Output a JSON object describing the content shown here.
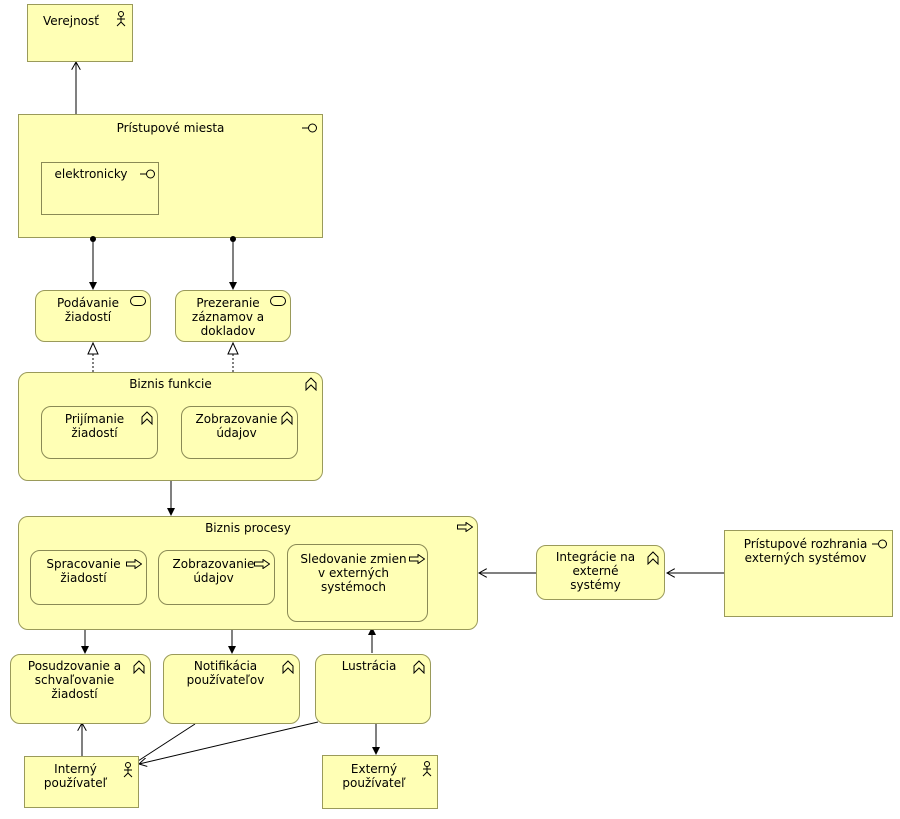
{
  "actors": {
    "verejnost": "Verejnosť",
    "interny": "Interný\npoužívateľ",
    "externy": "Externý\npoužívateľ"
  },
  "interfaces": {
    "pristupove_miesta": "Prístupové miesta",
    "elektronicky": "elektronicky",
    "rozhrania": "Prístupové rozhrania\nexterných systémov"
  },
  "services": {
    "podavanie": "Podávanie\nžiadostí",
    "prezeranie": "Prezeranie\nzáznamov a\ndokladov"
  },
  "functions": {
    "biznis_funkcie": "Biznis funkcie",
    "prijimanie": "Prijímanie\nžiadostí",
    "zobrazovanie": "Zobrazovanie\núdajov",
    "integracie": "Integrácie na\nexterné\nsystémy",
    "posudzovanie": "Posudzovanie a\nschvaľovanie\nžiadostí",
    "notifikacia": "Notifikácia\npoužívateľov",
    "lustracia": "Lustrácia"
  },
  "processes": {
    "biznis_procesy": "Biznis procesy",
    "spracovanie": "Spracovanie\nžiadostí",
    "zobrazovanie": "Zobrazovanie\núdajov",
    "sledovanie": "Sledovanie zmien\nv externých\nsystémoch"
  },
  "colors": {
    "fill": "#ffffb5",
    "border": "#9a9a5a",
    "line": "#000000"
  }
}
